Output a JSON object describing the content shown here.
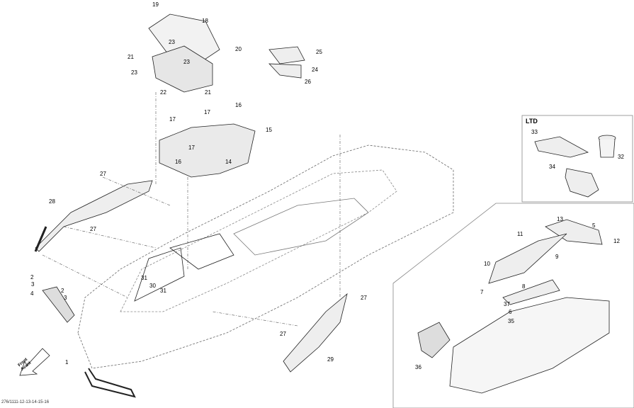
{
  "callouts": [
    "19",
    "18",
    "20",
    "25",
    "23",
    "21",
    "23",
    "23",
    "24",
    "26",
    "22",
    "21",
    "17",
    "16",
    "17",
    "15",
    "17",
    "16",
    "14",
    "27",
    "28",
    "27",
    "2",
    "3",
    "2",
    "4",
    "3",
    "31",
    "30",
    "31",
    "27",
    "27",
    "29",
    "1",
    "33",
    "32",
    "34",
    "13",
    "5",
    "11",
    "12",
    "9",
    "10",
    "8",
    "7",
    "6",
    "37",
    "35",
    "36"
  ],
  "ltd_label": "LTD",
  "front_label": "Front Avant",
  "drawing_code": "276/1111-12-13-14-15-16"
}
